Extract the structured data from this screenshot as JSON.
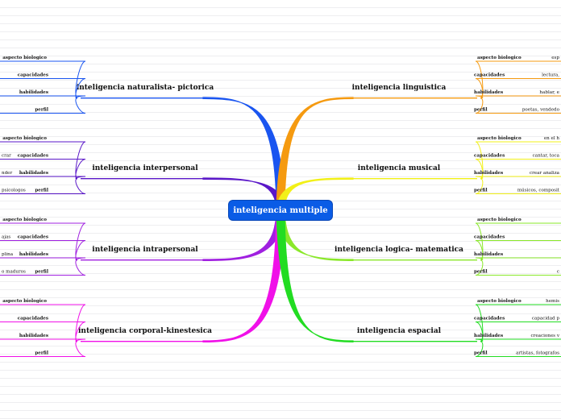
{
  "central": {
    "label": "inteligencia multiple",
    "color": "#0a5ce6"
  },
  "branches": [
    {
      "id": "naturalista",
      "side": "left",
      "color": "#1a55f0",
      "label": "inteligencia naturalista- pictorica",
      "leaves": [
        {
          "label": "aspecto biologico",
          "text": ""
        },
        {
          "label": "capacidades",
          "text": ""
        },
        {
          "label": "habilidades",
          "text": ""
        },
        {
          "label": "perfil",
          "text": ""
        }
      ]
    },
    {
      "id": "interpersonal",
      "side": "left",
      "color": "#5a17c8",
      "label": "inteligencia interpersonal",
      "leaves": [
        {
          "label": "aspecto biologico",
          "text": ""
        },
        {
          "label": "capacidades",
          "text": "crar"
        },
        {
          "label": "habilidades",
          "text": "nder"
        },
        {
          "label": "perfil",
          "text": "psicologos"
        }
      ]
    },
    {
      "id": "intrapersonal",
      "side": "left",
      "color": "#a020e0",
      "label": "inteligencia intrapersonal",
      "leaves": [
        {
          "label": "aspecto biologico",
          "text": ""
        },
        {
          "label": "capacidades",
          "text": "ajas"
        },
        {
          "label": "habilidades",
          "text": "plina"
        },
        {
          "label": "perfil",
          "text": "o maduros"
        }
      ]
    },
    {
      "id": "corporal",
      "side": "left",
      "color": "#f010e8",
      "label": "inteligencia corporal-kinestesica",
      "leaves": [
        {
          "label": "aspecto biologico",
          "text": ""
        },
        {
          "label": "capacidades",
          "text": ""
        },
        {
          "label": "habilidades",
          "text": ""
        },
        {
          "label": "perfil",
          "text": ""
        }
      ]
    },
    {
      "id": "linguistica",
      "side": "right",
      "color": "#f59a10",
      "label": "inteligencia linguistica",
      "leaves": [
        {
          "label": "aspecto biologico",
          "text": "esp"
        },
        {
          "label": "capacidades",
          "text": "lectura,"
        },
        {
          "label": "habilidades",
          "text": "hablar, e"
        },
        {
          "label": "perfil",
          "text": "poetas, vendedo"
        }
      ]
    },
    {
      "id": "musical",
      "side": "right",
      "color": "#f2f018",
      "label": "inteligencia musical",
      "leaves": [
        {
          "label": "aspecto biologico",
          "text": "en el h"
        },
        {
          "label": "capacidades",
          "text": "cantar, toca"
        },
        {
          "label": "habilidades",
          "text": "crear analiza"
        },
        {
          "label": "perfil",
          "text": "músicos, composit"
        }
      ]
    },
    {
      "id": "logica",
      "side": "right",
      "color": "#8ae82a",
      "label": "inteligencia logica- matematica",
      "leaves": [
        {
          "label": "aspecto biologico",
          "text": ""
        },
        {
          "label": "capacidades",
          "text": ""
        },
        {
          "label": "habilidades",
          "text": ""
        },
        {
          "label": "perfil",
          "text": "c"
        }
      ]
    },
    {
      "id": "espacial",
      "side": "right",
      "color": "#22dc22",
      "label": "inteligencia espacial",
      "leaves": [
        {
          "label": "aspecto biologico",
          "text": "hemis"
        },
        {
          "label": "capacidades",
          "text": "capacidad p"
        },
        {
          "label": "habilidades",
          "text": "creaciones v"
        },
        {
          "label": "perfil",
          "text": "artistas, fotografos"
        }
      ]
    }
  ]
}
